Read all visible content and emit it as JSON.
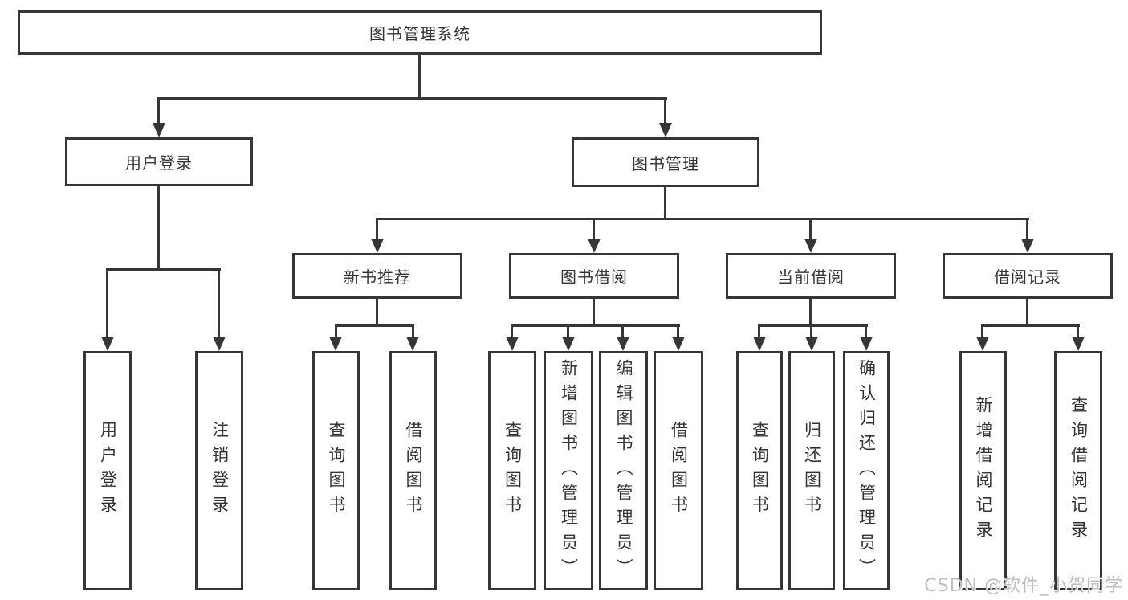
{
  "diagram": {
    "root": {
      "label": "图书管理系统"
    },
    "branches": [
      {
        "label": "用户登录",
        "children": [
          {
            "label": "用户登录"
          },
          {
            "label": "注销登录"
          }
        ]
      },
      {
        "label": "图书管理",
        "children": [
          {
            "label": "新书推荐",
            "children": [
              {
                "label": "查询图书"
              },
              {
                "label": "借阅图书"
              }
            ]
          },
          {
            "label": "图书借阅",
            "children": [
              {
                "label": "查询图书"
              },
              {
                "label": "新增图书（管理员）"
              },
              {
                "label": "编辑图书（管理员）"
              },
              {
                "label": "借阅图书"
              }
            ]
          },
          {
            "label": "当前借阅",
            "children": [
              {
                "label": "查询图书"
              },
              {
                "label": "归还图书"
              },
              {
                "label": "确认归还（管理员）"
              }
            ]
          },
          {
            "label": "借阅记录",
            "children": [
              {
                "label": "新增借阅记录"
              },
              {
                "label": "查询借阅记录"
              }
            ]
          }
        ]
      }
    ]
  },
  "watermark": {
    "text": "CSDN @软件_小贺同学"
  },
  "colors": {
    "line": "#363636",
    "text": "#333333",
    "background": "#ffffff",
    "watermark": "#bdbdbd"
  }
}
